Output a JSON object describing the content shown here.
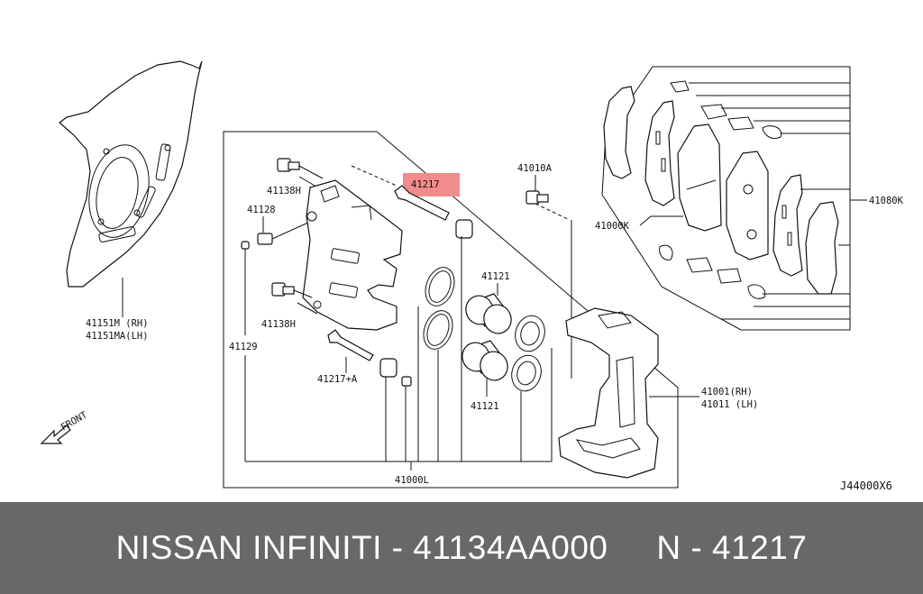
{
  "labels": {
    "l41151": "41151M  (RH)",
    "l41151b": "41151MA(LH)",
    "l41138h_top": "41138H",
    "l41128": "41128",
    "l41217_hl": "41217",
    "l41010a": "41010A",
    "l41080k": "41080K",
    "l41000k": "41000K",
    "l41121_top": "41121",
    "l41138h_mid": "41138H",
    "l41129": "41129",
    "l41217a": "41217+A",
    "l41121_bot": "41121",
    "l41001": "41001(RH)",
    "l41011": "41011 (LH)",
    "l41000l": "41000L",
    "front": "FRONT",
    "code": "J44000X6"
  },
  "highlight_color": "#f28b8b",
  "banner": {
    "text": "NISSAN INFINITI - 41134AA000     N - 41217",
    "background": "#686868"
  }
}
